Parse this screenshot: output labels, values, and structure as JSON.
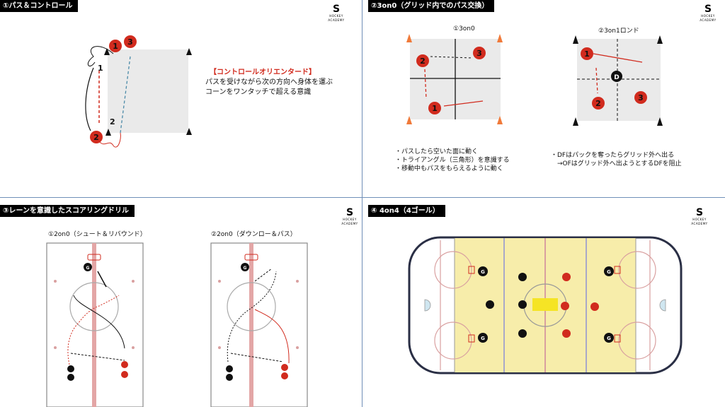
{
  "logo": {
    "mark": "S",
    "brand": "HOCKEY ACADEMY"
  },
  "q1": {
    "title": "①パス＆コントロール",
    "heading": "【コントロールオリエンタード】",
    "lines": [
      "パスを受けながら次の方向へ身体を運ぶ",
      "コーンをワンタッチで超える意識"
    ],
    "step1": "1",
    "step2": "2",
    "players": [
      "1",
      "3",
      "2"
    ]
  },
  "q2": {
    "title": "②3on0（グリッド内でのパス交換）",
    "sub_left": "①3on0",
    "sub_right": "②3on1ロンド",
    "notes_left": [
      "・パスしたら空いた面に動く",
      "・トライアングル（三角形）を意識する",
      "・移動中もパスをもらえるように動く"
    ],
    "notes_right": [
      "・DFはパックを奪ったらグリッド外へ出る",
      "　→OFはグリッド外へ出ようとするDFを阻止"
    ],
    "left_players": [
      "2",
      "3",
      "1"
    ],
    "right_players": [
      "1",
      "D",
      "2",
      "3"
    ]
  },
  "q3": {
    "title": "③レーンを意識したスコアリングドリル",
    "sub_left": "①2on0（シュート＆リバウンド）",
    "sub_right": "②2on0（ダウンロー＆パス）",
    "goalie": "G"
  },
  "q4": {
    "title": "④ 4on4（4ゴール）",
    "goalie": "G"
  }
}
